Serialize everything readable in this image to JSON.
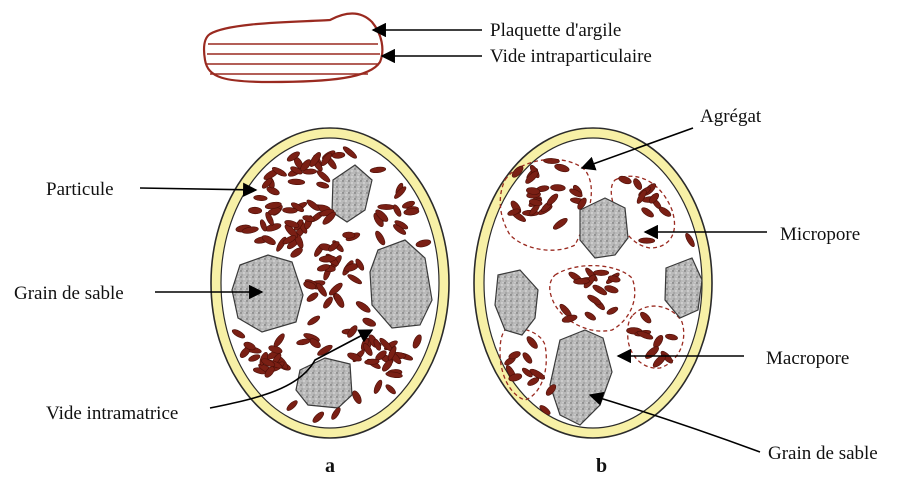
{
  "labels": {
    "plaquette": "Plaquette d'argile",
    "vide_intra": "Vide intraparticulaire",
    "particule": "Particule",
    "grain_a": "Grain de sable",
    "vide_matrice": "Vide intramatrice",
    "agregat": "Agrégat",
    "micropore": "Micropore",
    "macropore": "Macropore",
    "grain_b": "Grain de sable",
    "fig_a": "a",
    "fig_b": "b"
  },
  "colors": {
    "particle": "#7a1f14",
    "particle_stroke": "#4a0f08",
    "ring_fill": "#f7f0a6",
    "ring_stroke": "#2b2b2b",
    "grain_fill": "#b8b8b8",
    "grain_stroke": "#3a3a3a",
    "aggregate_outline": "#9a2a20",
    "arrow": "#000000"
  }
}
